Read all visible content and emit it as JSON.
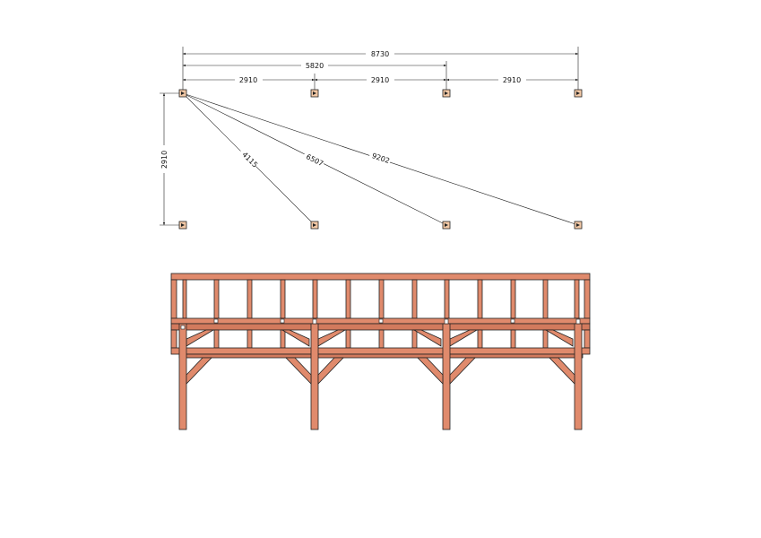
{
  "plan": {
    "dimensions": {
      "overall": "8730",
      "two_bays": "5820",
      "bay_1": "2910",
      "bay_2": "2910",
      "bay_3": "2910",
      "depth": "2910"
    },
    "diagonals": {
      "d1": "4115",
      "d2": "6507",
      "d3": "9202"
    }
  },
  "colors": {
    "wood": "#e08a6c",
    "post_top": "#f3c9a6",
    "line": "#222222"
  }
}
